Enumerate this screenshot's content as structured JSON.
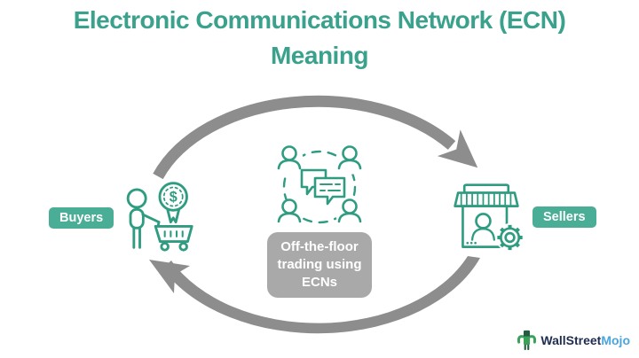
{
  "title": {
    "line1": "Electronic Communications Network (ECN)",
    "line2": "Meaning"
  },
  "badges": {
    "buyers": "Buyers",
    "sellers": "Sellers"
  },
  "center_box": {
    "lines": [
      "Off-the-floor",
      "trading using",
      "ECNs"
    ]
  },
  "icons": {
    "buyer": "person-with-shopping-cart-and-dollar-medal-icon",
    "network": "traders-network-chat-icon",
    "seller": "storefront-with-gear-icon",
    "arrows": "circular-exchange-arrows",
    "dollar_sign": "$"
  },
  "logo": {
    "name": "WallStreetMojo",
    "part1": "WallStreet",
    "part2": "Mojo"
  },
  "colors": {
    "title_green": "#3aa18c",
    "badge_teal": "#4aad96",
    "icon_teal": "#2f9c81",
    "arrow_gray": "#8d8d8d",
    "box_gray": "#a9a9a9",
    "logo_navy": "#1e2c4f",
    "logo_blue": "#4aa5dd"
  }
}
